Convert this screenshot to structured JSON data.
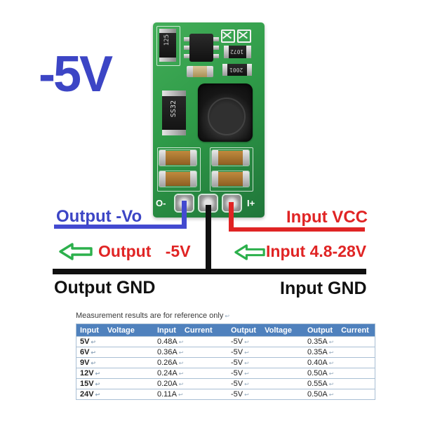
{
  "headline": {
    "text": "-5V",
    "color": "#3c45c5"
  },
  "pcb": {
    "board_color": "#2f9b48",
    "pad_left_label": "O-",
    "pad_right_label": "I+",
    "parts": {
      "inductor_small": "125",
      "diode": "SS32",
      "resistor_top": "1072",
      "resistor_bottom": "2001"
    }
  },
  "annotations": {
    "output_vo": {
      "label": "Output -Vo",
      "color": "#3c45c5"
    },
    "input_vcc": {
      "label": "Input VCC",
      "color": "#e02424"
    },
    "output_5v": {
      "label": "Output -5V",
      "color": "#e02424"
    },
    "input_range": {
      "label": "Input 4.8-28V",
      "color": "#e02424"
    },
    "output_gnd": {
      "label": "Output GND",
      "color": "#111111"
    },
    "input_gnd": {
      "label": "Input GND",
      "color": "#111111"
    },
    "arrow": {
      "direction": "left",
      "color": "#2cb04c"
    },
    "wire_colors": {
      "output": "#434ad0",
      "input": "#e02424",
      "ground": "#101010"
    }
  },
  "table": {
    "title": "Measurement results are for reference only",
    "return_mark": "↩",
    "header_bg": "#4f81bd",
    "headers": [
      "Input Voltage",
      "Input Current",
      "Output Voltage",
      "Output Current"
    ],
    "rows": [
      [
        "5V",
        "0.48A",
        "-5V",
        "0.35A"
      ],
      [
        "6V",
        "0.36A",
        "-5V",
        "0.35A"
      ],
      [
        "9V",
        "0.26A",
        "-5V",
        "0.40A"
      ],
      [
        "12V",
        "0.24A",
        "-5V",
        "0.50A"
      ],
      [
        "15V",
        "0.20A",
        "-5V",
        "0.55A"
      ],
      [
        "24V",
        "0.11A",
        "-5V",
        "0.50A"
      ]
    ]
  }
}
